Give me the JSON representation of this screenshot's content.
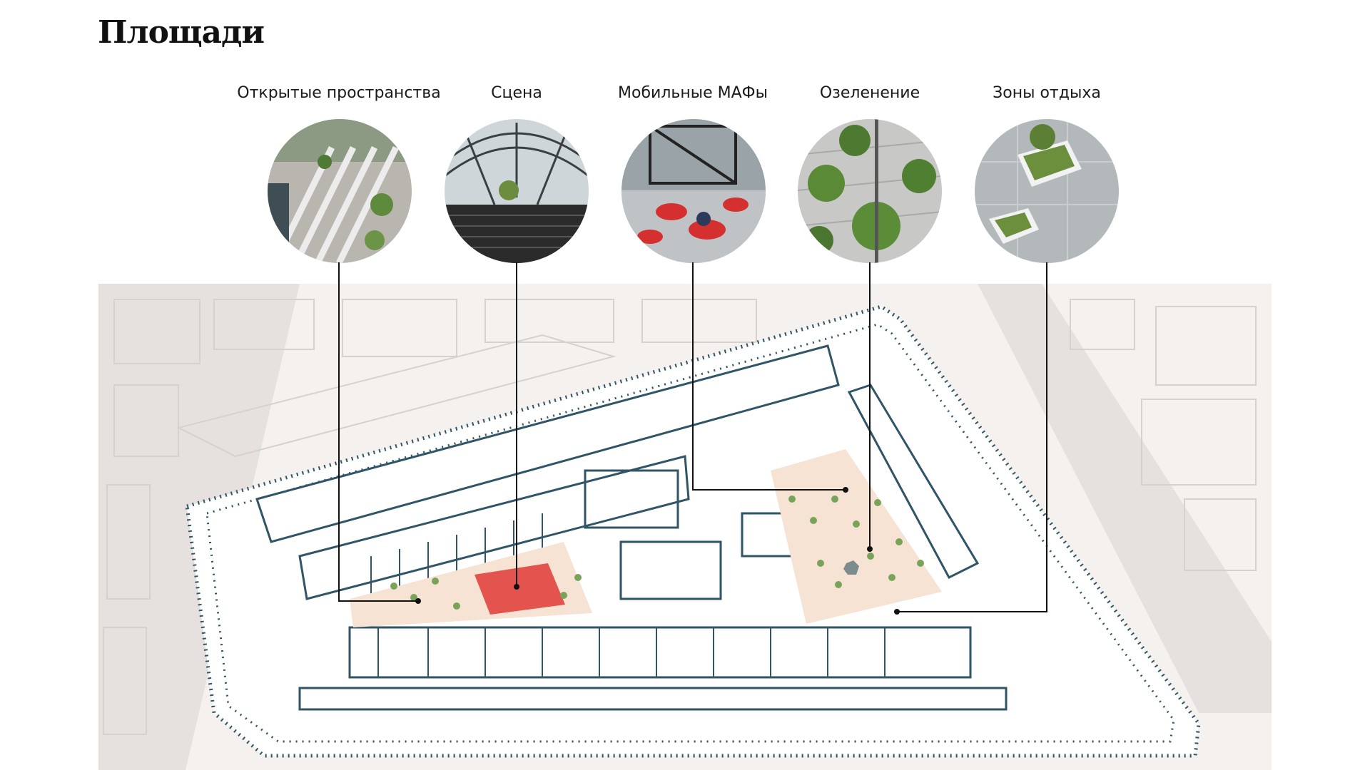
{
  "title": "Площади",
  "categories": [
    {
      "label": "Открытые пространства",
      "icon": "open-spaces-photo"
    },
    {
      "label": "Сцена",
      "icon": "stage-photo"
    },
    {
      "label": "Мобильные МАФы",
      "icon": "mobile-furniture-photo"
    },
    {
      "label": "Озеленение",
      "icon": "greenery-photo"
    },
    {
      "label": "Зоны отдыха",
      "icon": "rest-zones-photo"
    }
  ],
  "colors": {
    "building": "#2f5566",
    "street": "#e4dfdc",
    "stage": "#e0443e",
    "tree": "#7aa35a",
    "plaza": "#f6e3d3",
    "connector": "#111111"
  }
}
